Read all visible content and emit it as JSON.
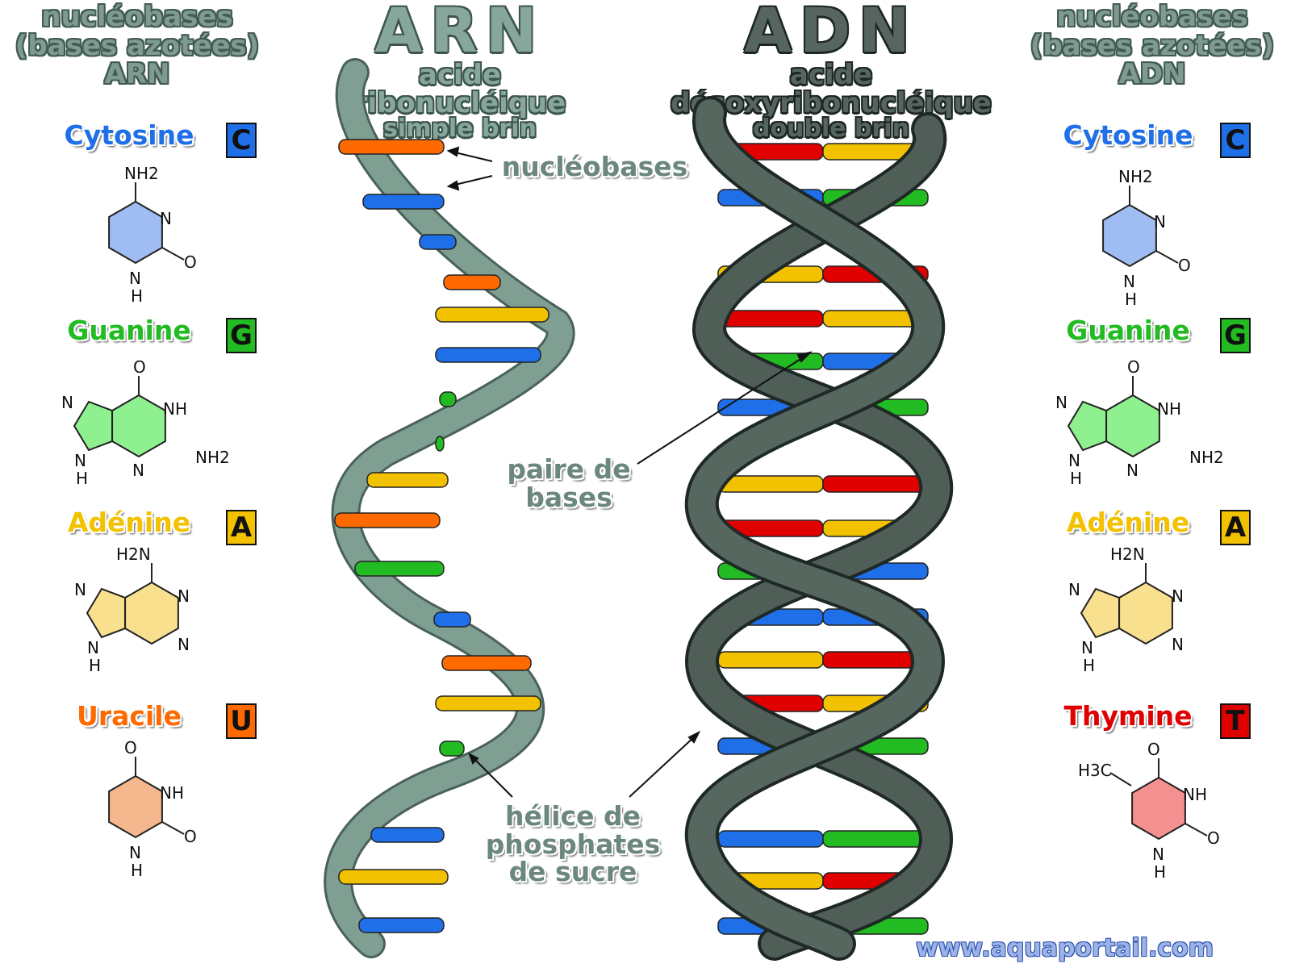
{
  "left_header": {
    "line1": "nucléobases",
    "line2": "(bases azotées)",
    "line3": "ARN"
  },
  "right_header": {
    "line1": "nucléobases",
    "line2": "(bases azotées)",
    "line3": "ADN"
  },
  "arn": {
    "title": "ARN",
    "line1": "acide",
    "line2": "ribonucléique",
    "line3": "simple brin"
  },
  "adn": {
    "title": "ADN",
    "line1": "acide",
    "line2": "désoxyribonucléique",
    "line3": "double brin"
  },
  "left_bases": [
    {
      "name": "Cytosine",
      "letter": "C",
      "color": "#1f6fe8",
      "fill": "#9fbdf2"
    },
    {
      "name": "Guanine",
      "letter": "G",
      "color": "#22bb22",
      "fill": "#8ff08f"
    },
    {
      "name": "Adénine",
      "letter": "A",
      "color": "#f2c200",
      "fill": "#f8e08e"
    },
    {
      "name": "Uracile",
      "letter": "U",
      "color": "#ff6a00",
      "fill": "#f5b88e"
    }
  ],
  "right_bases": [
    {
      "name": "Cytosine",
      "letter": "C",
      "color": "#1f6fe8",
      "fill": "#9fbdf2"
    },
    {
      "name": "Guanine",
      "letter": "G",
      "color": "#22bb22",
      "fill": "#8ff08f"
    },
    {
      "name": "Adénine",
      "letter": "A",
      "color": "#f2c200",
      "fill": "#f8e08e"
    },
    {
      "name": "Thymine",
      "letter": "T",
      "color": "#e00000",
      "fill": "#f59090"
    }
  ],
  "atoms": {
    "NH2": "NH2",
    "H2N": "H2N",
    "N": "N",
    "NH": "NH",
    "H": "H",
    "O": "O",
    "H3C": "H3C"
  },
  "callouts": {
    "nucleobases": "nucléobases",
    "paire_line1": "paire de",
    "paire_line2": "bases",
    "helice_line1": "hélice de",
    "helice_line2": "phosphates",
    "helice_line3": "de sucre"
  },
  "footer": "www.aquaportail.com",
  "colors": {
    "cytosine": "#1f6fe8",
    "guanine": "#22bb22",
    "adenine": "#f2c200",
    "uracil": "#ff6a00",
    "thymine": "#e00000",
    "arn_strand": "#7e9f92",
    "adn_strand": "#4f5f58"
  }
}
